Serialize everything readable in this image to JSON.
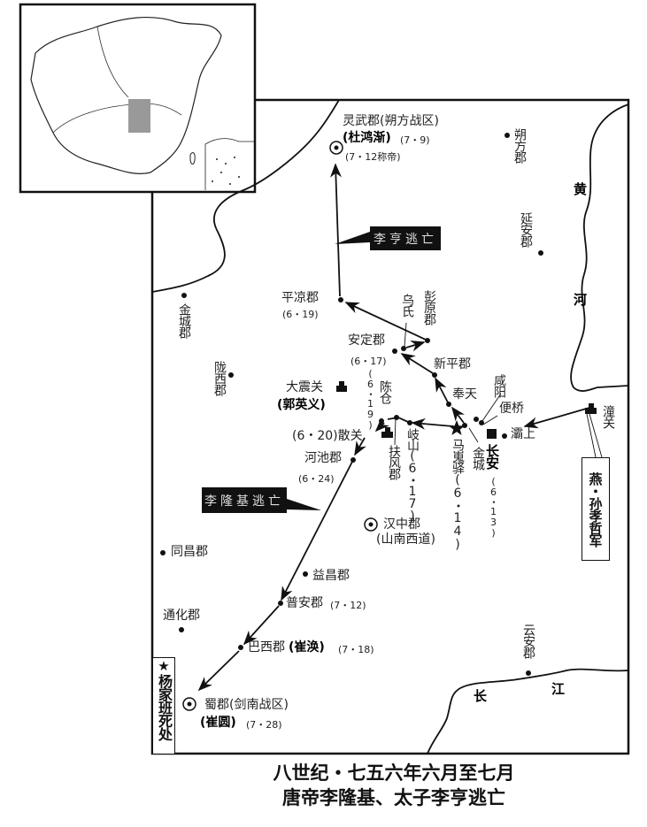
{
  "title": {
    "line1": "八世纪・七五六年六月至七月",
    "line2": "唐帝李隆基、太子李亨逃亡"
  },
  "callouts": {
    "li_heng": "李亨逃亡",
    "li_longji": "李隆基逃亡"
  },
  "legend": {
    "star_icon": "star-icon",
    "star_label": "杨家班死处"
  },
  "army": {
    "label": "燕・孙孝哲军"
  },
  "rivers": {
    "huang1": "黄",
    "huang2": "河",
    "chang1": "长",
    "chang2": "江"
  },
  "places": {
    "lingwu": {
      "name": "灵武郡(朔方战区)",
      "person": "(杜鸿渐)",
      "date": "(7・9)",
      "note": "(7・12称帝)"
    },
    "shuofang": "朔方郡",
    "yanan": "延安郡",
    "jincheng_jun": "金城郡",
    "longxi": "陇西郡",
    "pingliang": {
      "name": "平凉郡",
      "date": "(6・19)"
    },
    "wushi": "乌氏",
    "pengyuan": "彭原郡",
    "anding": {
      "name": "安定郡",
      "date": "(6・17)"
    },
    "xinping": "新平郡",
    "dazhenguan": {
      "name": "大震关",
      "person": "(郭英义)"
    },
    "chencang": {
      "date": "(6・19)",
      "name": "陈仓"
    },
    "fengtian": "奉天",
    "xianyang": "咸阳",
    "bianqiao": "便桥",
    "tongguan": "潼关",
    "sanguan": "(6・20)散关",
    "fufeng": "扶风郡",
    "qishan": "岐山(6・17)",
    "maweiyi": "马嵬驿(6・14)",
    "jincheng": "金城",
    "changan": {
      "name": "长安",
      "date": "(6・13)"
    },
    "bashang": "灞上",
    "hechi": {
      "name": "河池郡",
      "date": "(6・24)"
    },
    "hanzhong": {
      "name": "汉中郡",
      "sub": "(山南西道)"
    },
    "tongchang": "同昌郡",
    "yichang": "益昌郡",
    "puan": {
      "name": "普安郡",
      "date": "(7・12)"
    },
    "tonghua": "通化郡",
    "baxi": {
      "name": "巴西郡",
      "person": "(崔涣)",
      "date": "(7・18)"
    },
    "yunan": "云安郡",
    "shu": {
      "name": "蜀郡(剑南战区)",
      "person": "(崔圆)",
      "date": "(7・28)"
    }
  }
}
